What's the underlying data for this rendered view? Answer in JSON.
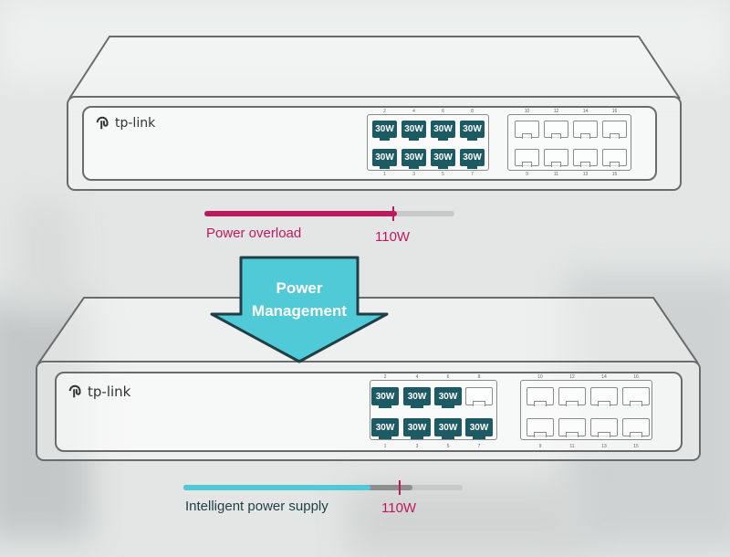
{
  "colors": {
    "overload": "#c0185f",
    "intelligent": "#4fcad6",
    "powered_port": "#1e5a63",
    "outline": "#6b6b6b"
  },
  "logo_text": "tp-link",
  "top_switch": {
    "top_row_numbers": [
      "2",
      "4",
      "6",
      "8",
      "10",
      "12",
      "14",
      "16"
    ],
    "bottom_row_numbers": [
      "1",
      "3",
      "5",
      "7",
      "9",
      "11",
      "13",
      "15"
    ],
    "top_row_ports": [
      "30W",
      "30W",
      "30W",
      "30W",
      "",
      "",
      "",
      ""
    ],
    "bottom_row_ports": [
      "30W",
      "30W",
      "30W",
      "30W",
      "",
      "",
      "",
      ""
    ]
  },
  "bottom_switch": {
    "top_row_numbers": [
      "2",
      "4",
      "6",
      "8",
      "10",
      "12",
      "14",
      "16"
    ],
    "bottom_row_numbers": [
      "1",
      "3",
      "5",
      "7",
      "9",
      "11",
      "13",
      "15"
    ],
    "top_row_ports": [
      "30W",
      "30W",
      "30W",
      "",
      "",
      "",
      "",
      ""
    ],
    "bottom_row_ports": [
      "30W",
      "30W",
      "30W",
      "30W",
      "",
      "",
      "",
      ""
    ]
  },
  "overload_bar": {
    "label": "Power overload",
    "limit_label": "110W",
    "fill_fraction": 0.77,
    "limit_fraction": 0.75
  },
  "arrow": {
    "line1": "Power",
    "line2": "Management"
  },
  "intelligent_bar": {
    "label": "Intelligent power supply",
    "limit_label": "110W",
    "fill_fraction": 0.67,
    "gray_fraction": 0.82,
    "limit_fraction": 0.77
  }
}
